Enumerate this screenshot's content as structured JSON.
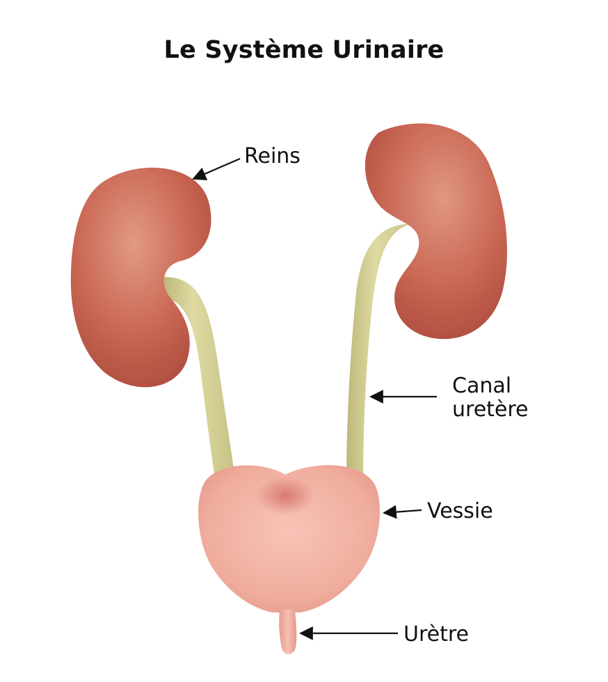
{
  "title": "Le Système Urinaire",
  "labels": {
    "reins": "Reins",
    "canal_line1": "Canal",
    "canal_line2": "uretère",
    "vessie": "Vessie",
    "uretre": "Urètre"
  },
  "colors": {
    "kidney": "#c96754",
    "kidney_highlight": "#e39b86",
    "kidney_shadow": "#a8463a",
    "ureter": "#d6d196",
    "ureter_edge": "#b9b477",
    "bladder": "#f2b3a4",
    "bladder_shadow": "#dc7f72",
    "urethra": "#f2b3a4",
    "arrow": "#111111"
  }
}
